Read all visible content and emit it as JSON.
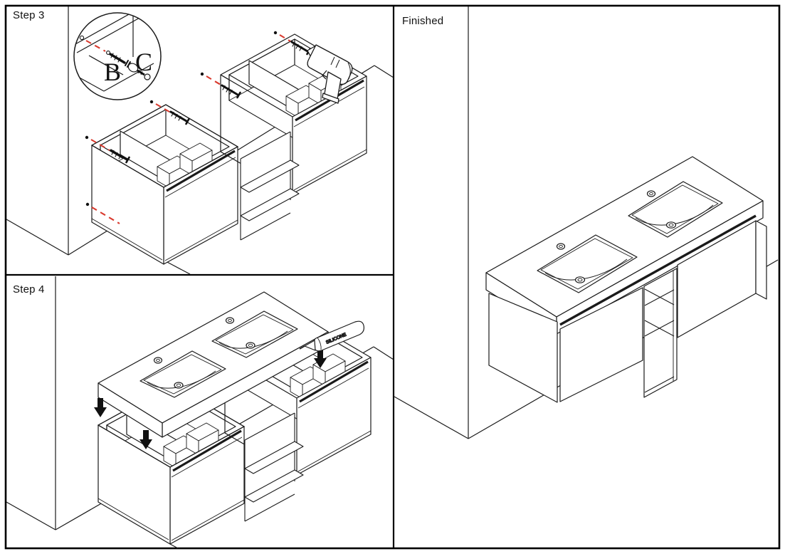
{
  "panels": {
    "step3": {
      "label": "Step 3",
      "callout": {
        "part_b_label": "B",
        "part_c_label": "C"
      }
    },
    "step4": {
      "label": "Step 4",
      "silicone_label": "SILICONE"
    },
    "finished": {
      "label": "Finished"
    }
  },
  "icons": {
    "step3": [
      "detail-callout-circle",
      "screw-icon",
      "screw-guide-dashes",
      "drill-icon"
    ],
    "step4": [
      "down-arrow-icon",
      "silicone-tube-icon"
    ],
    "finished": [
      "wall-mounted-double-vanity"
    ]
  },
  "colors": {
    "background": "#ffffff",
    "line": "#1a1a1a",
    "screw_guide_red": "#d93a2e",
    "arrow_black": "#111111",
    "border": "#000000"
  }
}
